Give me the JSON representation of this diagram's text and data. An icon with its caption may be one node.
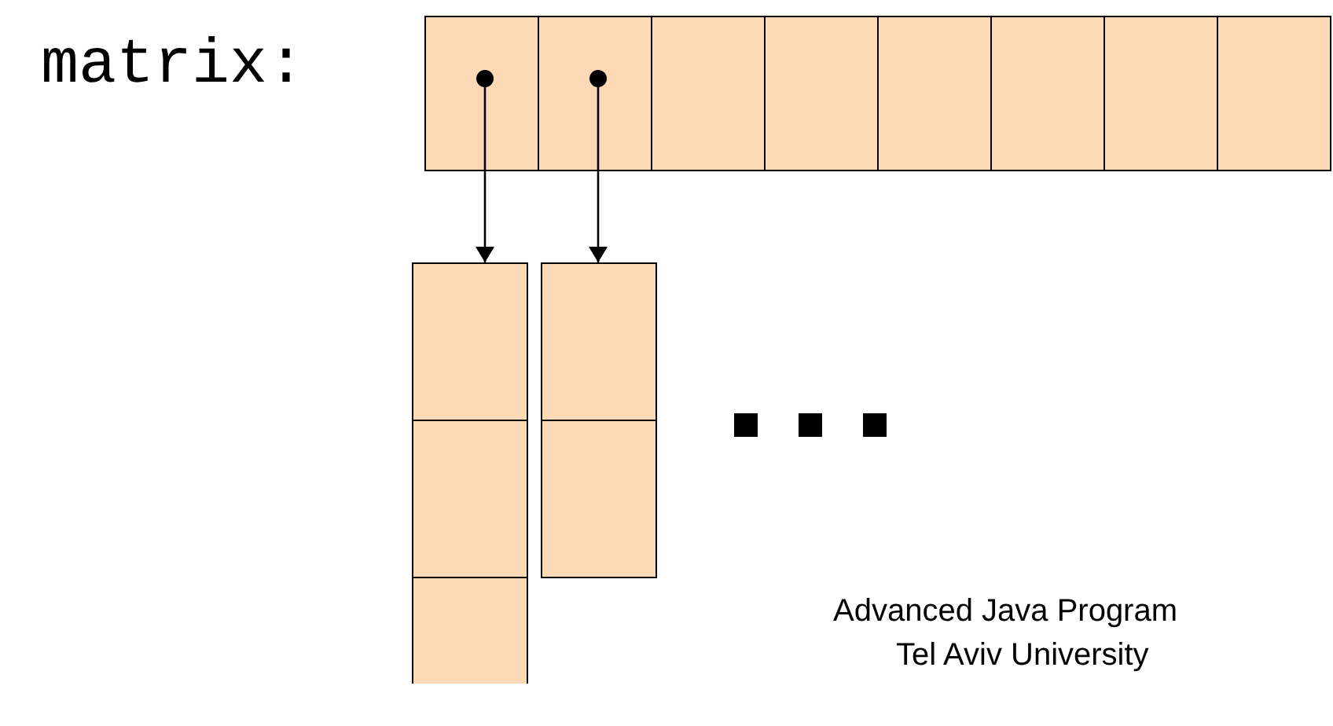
{
  "diagram": {
    "nodes": [
      {
        "text": [],
        "shape": "box"
      },
      {
        "text": [],
        "shape": "box"
      },
      {
        "text": [],
        "shape": "box"
      },
      {
        "text": [],
        "shape": "box"
      },
      {
        "text": [],
        "shape": "box"
      },
      {
        "text": [],
        "shape": "box"
      },
      {
        "text": [],
        "shape": "box"
      },
      {
        "text": [],
        "shape": "box"
      },
      {
        "text": [],
        "shape": "box"
      },
      {
        "text": [],
        "shape": "box"
      },
      {
        "text": [],
        "shape": "box"
      },
      {
        "text": [],
        "shape": "box"
      },
      {
        "text": [],
        "shape": "box"
      }
    ],
    "edges": [
      {
        "from": 0,
        "to": 8,
        "arrow": "to"
      },
      {
        "from": 1,
        "to": 11,
        "arrow": "to"
      }
    ],
    "labels": [
      "matrix:",
      "Advanced Java Program",
      "Tel Aviv University"
    ]
  }
}
